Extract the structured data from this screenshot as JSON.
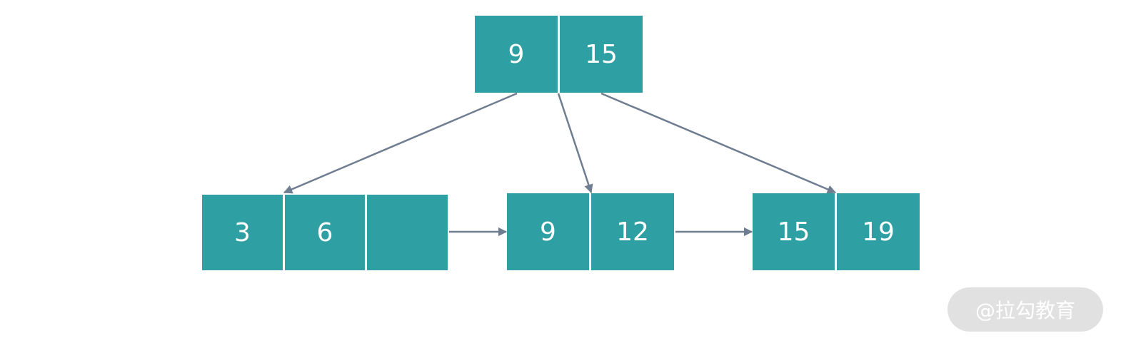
{
  "colors": {
    "node_fill": "#2e9fa2",
    "node_text": "#ffffff",
    "edge": "#6f7d90"
  },
  "root": {
    "keys": [
      "9",
      "15"
    ]
  },
  "leaves": [
    {
      "keys": [
        "3",
        "6",
        ""
      ]
    },
    {
      "keys": [
        "9",
        "12"
      ]
    },
    {
      "keys": [
        "15",
        "19"
      ]
    }
  ],
  "watermark": "@拉勾教育"
}
